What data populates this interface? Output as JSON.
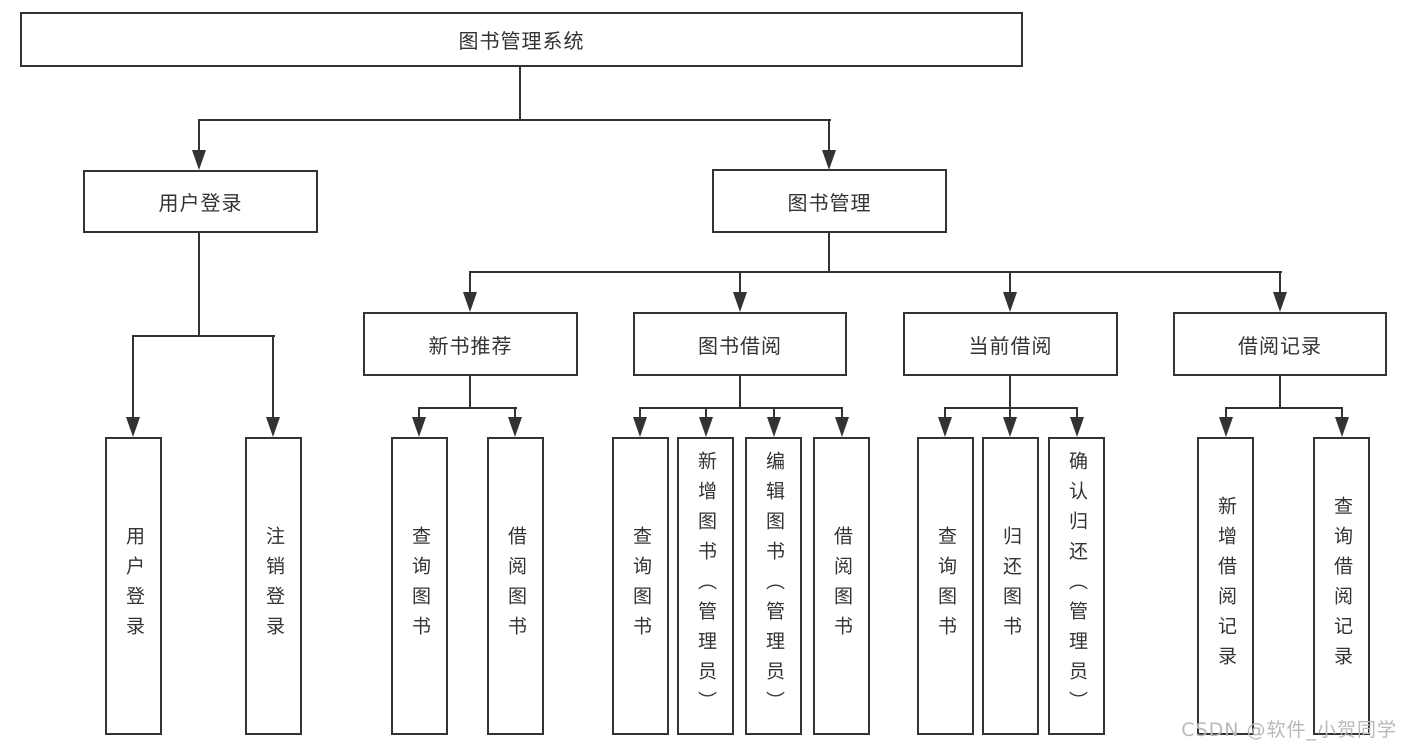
{
  "nodes": {
    "root": "图书管理系统",
    "user_login": "用户登录",
    "book_management": "图书管理",
    "new_book_recommend": "新书推荐",
    "book_borrowing": "图书借阅",
    "current_borrowing": "当前借阅",
    "borrowing_records": "借阅记录",
    "leaf_user_login": "用户登录",
    "leaf_logout": "注销登录",
    "leaf_nb_query_books": "查询图书",
    "leaf_nb_borrow_books": "借阅图书",
    "leaf_bb_query_books": "查询图书",
    "leaf_bb_add_books": "新增图书（管理员）",
    "leaf_bb_edit_books": "编辑图书（管理员）",
    "leaf_bb_borrow_books": "借阅图书",
    "leaf_cb_query_books": "查询图书",
    "leaf_cb_return_books": "归还图书",
    "leaf_cb_confirm_return": "确认归还（管理员）",
    "leaf_br_add_record": "新增借阅记录",
    "leaf_br_query_record": "查询借阅记录"
  },
  "edges": [
    {
      "from": "图书管理系统",
      "to": [
        "用户登录",
        "图书管理"
      ]
    },
    {
      "from": "用户登录",
      "to": [
        "用户登录",
        "注销登录"
      ]
    },
    {
      "from": "图书管理",
      "to": [
        "新书推荐",
        "图书借阅",
        "当前借阅",
        "借阅记录"
      ]
    },
    {
      "from": "新书推荐",
      "to": [
        "查询图书",
        "借阅图书"
      ]
    },
    {
      "from": "图书借阅",
      "to": [
        "查询图书",
        "新增图书（管理员）",
        "编辑图书（管理员）",
        "借阅图书"
      ]
    },
    {
      "from": "当前借阅",
      "to": [
        "查询图书",
        "归还图书",
        "确认归还（管理员）"
      ]
    },
    {
      "from": "借阅记录",
      "to": [
        "新增借阅记录",
        "查询借阅记录"
      ]
    }
  ],
  "watermark": "CSDN @软件_小贺同学",
  "colors": {
    "line": "#333333",
    "text": "#333333",
    "background": "#ffffff",
    "watermark": "#b9b9b9"
  }
}
